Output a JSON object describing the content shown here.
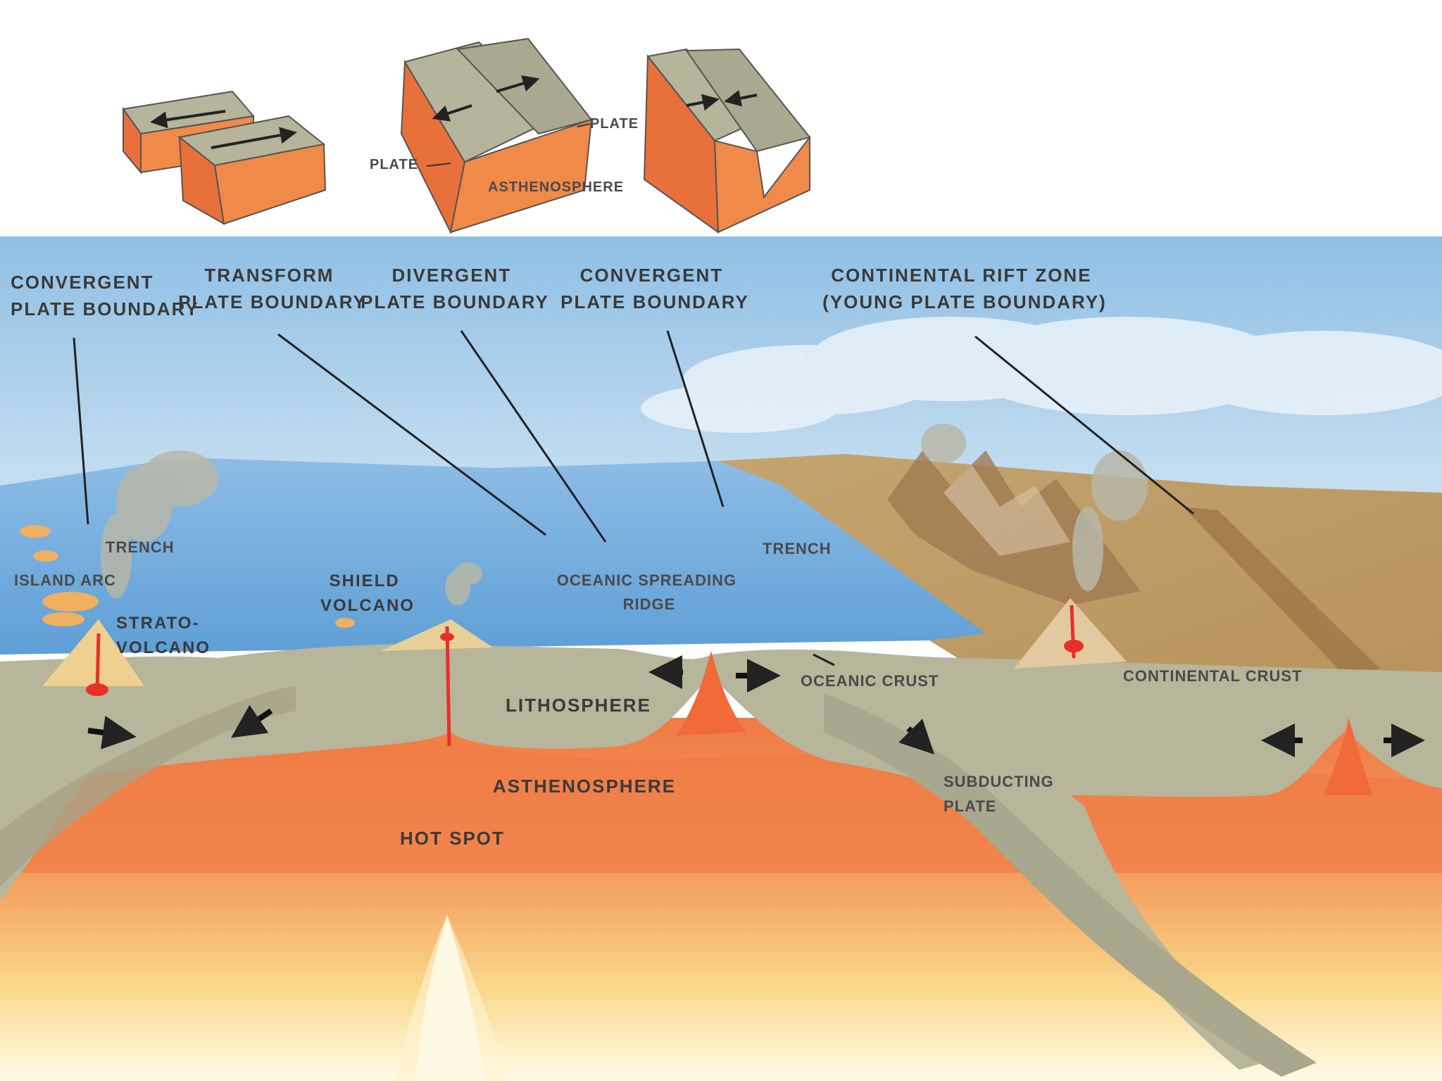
{
  "top_blocks": {
    "plate_left": "PLATE",
    "plate_right": "PLATE",
    "asthenosphere": "ASTHENOSPHERE"
  },
  "headers": {
    "convergent_left": [
      "CONVERGENT",
      "PLATE BOUNDARY"
    ],
    "transform": [
      "TRANSFORM",
      "PLATE BOUNDARY"
    ],
    "divergent": [
      "DIVERGENT",
      "PLATE BOUNDARY"
    ],
    "convergent_right": [
      "CONVERGENT",
      "PLATE BOUNDARY"
    ],
    "rift": [
      "CONTINENTAL RIFT ZONE",
      "(YOUNG PLATE BOUNDARY)"
    ]
  },
  "labels": {
    "trench_left": "TRENCH",
    "island_arc": "ISLAND ARC",
    "strato_volcano": [
      "STRATO-",
      "VOLCANO"
    ],
    "shield_volcano": [
      "SHIELD",
      "VOLCANO"
    ],
    "oceanic_ridge": [
      "OCEANIC SPREADING",
      "RIDGE"
    ],
    "trench_right": "TRENCH",
    "oceanic_crust": "OCEANIC CRUST",
    "continental_crust": "CONTINENTAL CRUST",
    "lithosphere": "LITHOSPHERE",
    "asthenosphere": "ASTHENOSPHERE",
    "hot_spot": "HOT SPOT",
    "subducting_plate": [
      "SUBDUCTING",
      "PLATE"
    ]
  },
  "colors": {
    "sky": "#9cc6e6",
    "ocean": "#6aa6d8",
    "lithosphere": "#b7b59a",
    "asthenosphere": "#f0814a",
    "mantle_glow": "#f9d98a",
    "land": "#c9a56a",
    "magma": "#e8302a"
  }
}
